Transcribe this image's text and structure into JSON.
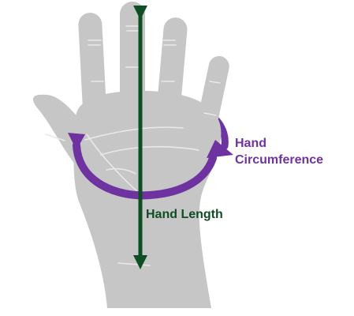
{
  "labels": {
    "circumference_line1": "Hand",
    "circumference_line2": "Circumference",
    "length": "Hand Length"
  },
  "colors": {
    "hand": "#c6c6c6",
    "hand_crease": "#e9e9e9",
    "circumference": "#6f32a1",
    "length": "#0f4d23"
  },
  "icons": {
    "hand": "hand-palm-icon",
    "length_arrow": "double-arrow-icon",
    "circumference_arrow": "circular-arrow-icon"
  }
}
